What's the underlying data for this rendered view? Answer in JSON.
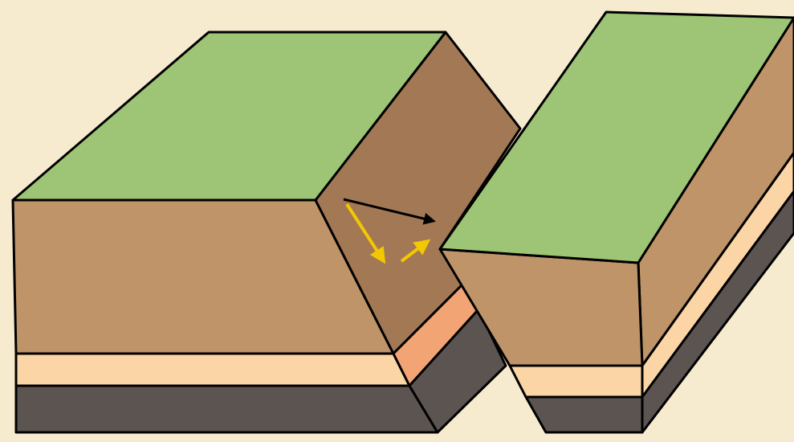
{
  "diagram": {
    "colors": {
      "background": "#f7ebcf",
      "grass": "#9dc575",
      "soil": "#bf9468",
      "fault_face": "#a37955",
      "sand": "#fcd5a6",
      "sand_exposed": "#f2a475",
      "bedrock": "#5b5451",
      "outline": "#000000",
      "motion_arrow": "#000000",
      "component_arrow": "#f2c800"
    },
    "blocks": [
      {
        "id": "left-block",
        "layers": [
          "grass",
          "soil",
          "sand",
          "bedrock"
        ]
      },
      {
        "id": "right-block",
        "layers": [
          "grass",
          "soil",
          "sand",
          "bedrock"
        ]
      }
    ],
    "arrows": [
      {
        "id": "net-slip",
        "color_key": "motion_arrow"
      },
      {
        "id": "dip-slip-component",
        "color_key": "component_arrow"
      },
      {
        "id": "strike-slip-component",
        "color_key": "component_arrow"
      }
    ]
  }
}
